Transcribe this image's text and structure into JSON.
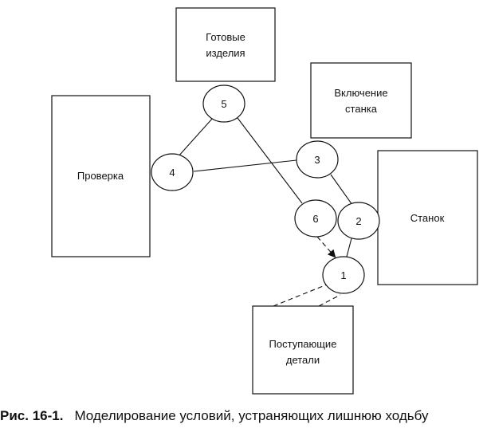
{
  "boxes": {
    "finished": [
      "Готовые",
      "изделия"
    ],
    "machine_on": [
      "Включение",
      "станка"
    ],
    "inspection": [
      "Проверка"
    ],
    "machine": [
      "Станок"
    ],
    "incoming": [
      "Поступающие",
      "детали"
    ]
  },
  "nodes": {
    "n1": "1",
    "n2": "2",
    "n3": "3",
    "n4": "4",
    "n5": "5",
    "n6": "6"
  },
  "caption": {
    "number": "Рис. 16-1.",
    "text": "Моделирование условий, устраняющих лишнюю ходьбу"
  }
}
